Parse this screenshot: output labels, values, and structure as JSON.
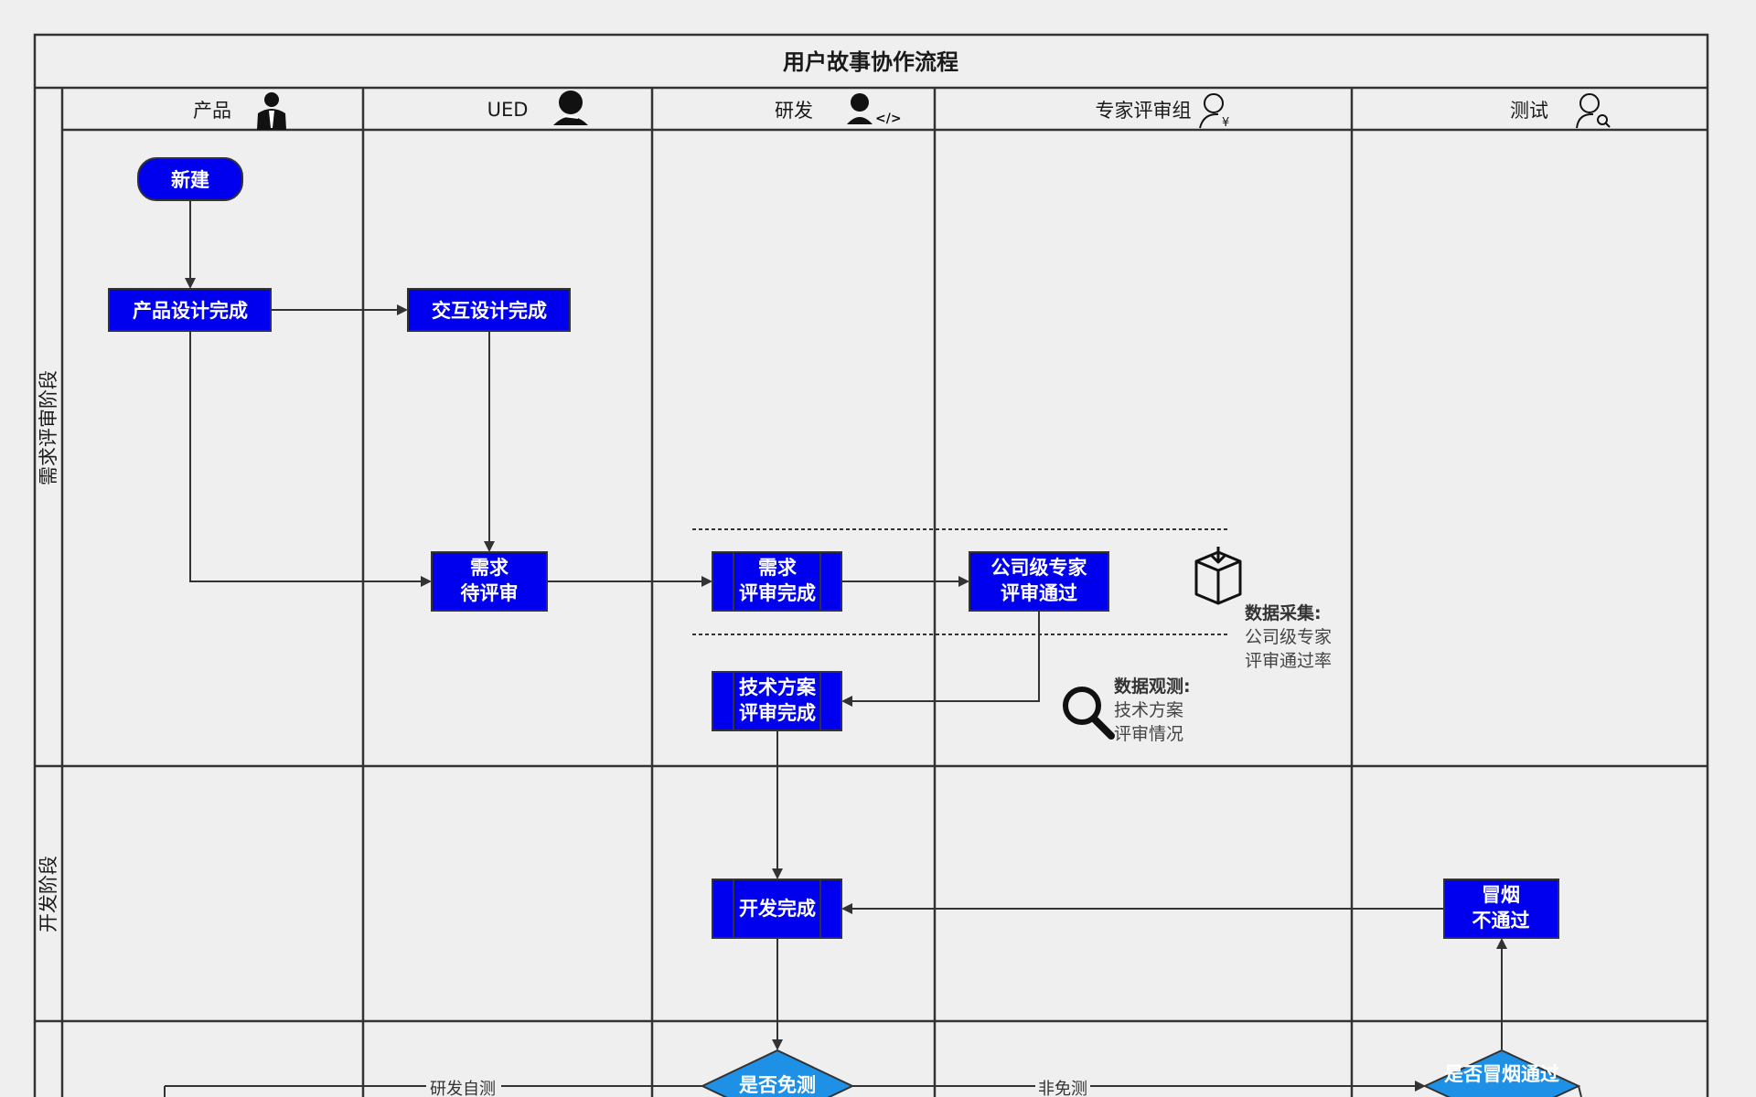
{
  "title": "用户故事协作流程",
  "lanes": {
    "product": "产品",
    "ued": "UED",
    "dev": "研发",
    "expert": "专家评审组",
    "test": "测试"
  },
  "stages": {
    "requirement": "需求评审阶段",
    "development": "开发阶段"
  },
  "nodes": {
    "new": "新建",
    "product_design_done": "产品设计完成",
    "interaction_design_done": "交互设计完成",
    "req_pending": [
      "需求",
      "待评审"
    ],
    "req_review_done": [
      "需求",
      "评审完成"
    ],
    "expert_review_pass": [
      "公司级专家",
      "评审通过"
    ],
    "tech_plan_review_done": [
      "技术方案",
      "评审完成"
    ],
    "dev_done": "开发完成",
    "smoke_fail": [
      "冒烟",
      "不通过"
    ],
    "test_exempt_decision": "是否免测",
    "smoke_pass_decision": "是否冒烟通过"
  },
  "edges": {
    "self_test": "研发自测",
    "non_exempt": "非免测"
  },
  "notes": {
    "data_collect_title": "数据采集:",
    "data_collect_lines": [
      "公司级专家",
      "评审通过率"
    ],
    "data_observe_title": "数据观测:",
    "data_observe_lines": [
      "技术方案",
      "评审情况"
    ]
  },
  "colors": {
    "process_fill": "#0000ee",
    "decision_fill": "#1e90e6",
    "line": "#333333",
    "background": "#efefef"
  },
  "icons": {
    "product": "business-person-icon",
    "ued": "designer-person-icon",
    "dev": "developer-code-icon",
    "expert": "expert-yen-person-icon",
    "test": "tester-search-person-icon",
    "data_collect": "box-download-icon",
    "data_observe": "magnifier-icon"
  }
}
